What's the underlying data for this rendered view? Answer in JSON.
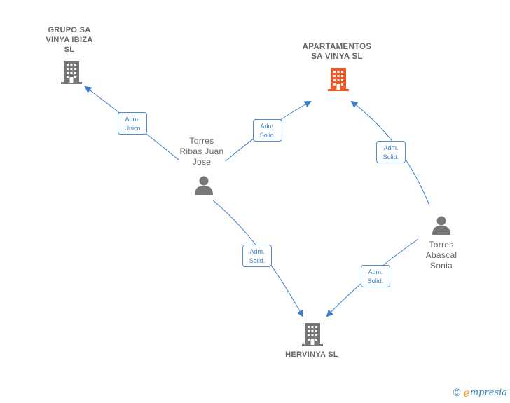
{
  "colors": {
    "edge": "#3d7cc9",
    "company_icon": "#777777",
    "focus_company_icon": "#f05a28",
    "person_icon": "#777777"
  },
  "companies": [
    {
      "id": "grupo",
      "label": "GRUPO SA\nVINYA IBIZA\nSL",
      "icon": "building-icon"
    },
    {
      "id": "apartamentos",
      "label": "APARTAMENTOS\nSA VINYA  SL",
      "icon": "building-icon",
      "focus": true
    },
    {
      "id": "hervinya",
      "label": "HERVINYA  SL",
      "icon": "building-icon"
    }
  ],
  "persons": [
    {
      "id": "torres_jose",
      "label": "Torres\nRibas Juan\nJose",
      "icon": "person-icon"
    },
    {
      "id": "torres_sonia",
      "label": "Torres\nAbascal\nSonia",
      "icon": "person-icon"
    }
  ],
  "relations": [
    {
      "from": "torres_jose",
      "to": "grupo",
      "label": "Adm.\nUnico"
    },
    {
      "from": "torres_jose",
      "to": "apartamentos",
      "label": "Adm.\nSolid."
    },
    {
      "from": "torres_sonia",
      "to": "apartamentos",
      "label": "Adm.\nSolid."
    },
    {
      "from": "torres_jose",
      "to": "hervinya",
      "label": "Adm.\nSolid."
    },
    {
      "from": "torres_sonia",
      "to": "hervinya",
      "label": "Adm.\nSolid."
    }
  ],
  "footer": {
    "copyright": "©",
    "brand_initial": "e",
    "brand_rest": "mpresia"
  }
}
